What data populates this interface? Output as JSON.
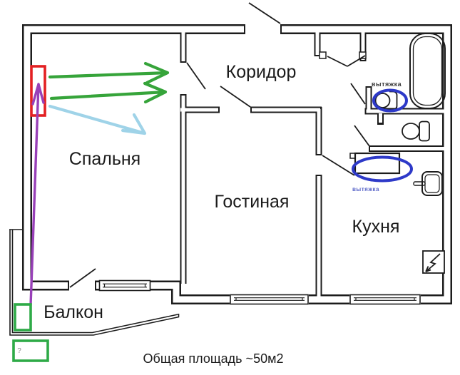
{
  "caption": "Общая площадь ~50м2",
  "rooms": {
    "bedroom": {
      "label": "Спальня"
    },
    "corridor": {
      "label": "Коридор"
    },
    "living_room": {
      "label": "Гостиная"
    },
    "kitchen": {
      "label": "Кухня"
    },
    "balcony": {
      "label": "Балкон"
    }
  },
  "annotations": {
    "bathroom_vent_label": "вытяжка",
    "kitchen_vent_label": "вытяжка",
    "question_label": "?"
  },
  "colors": {
    "wall": "#1c1c1c",
    "highlight_red": "#e32022",
    "highlight_green": "#2eaa47",
    "arrow_green": "#36a43a",
    "arrow_light_blue": "#9fd3e8",
    "arrow_purple": "#9840b8",
    "ellipse_blue": "#2d39c8",
    "vent_text_blue": "#5b67c9"
  }
}
